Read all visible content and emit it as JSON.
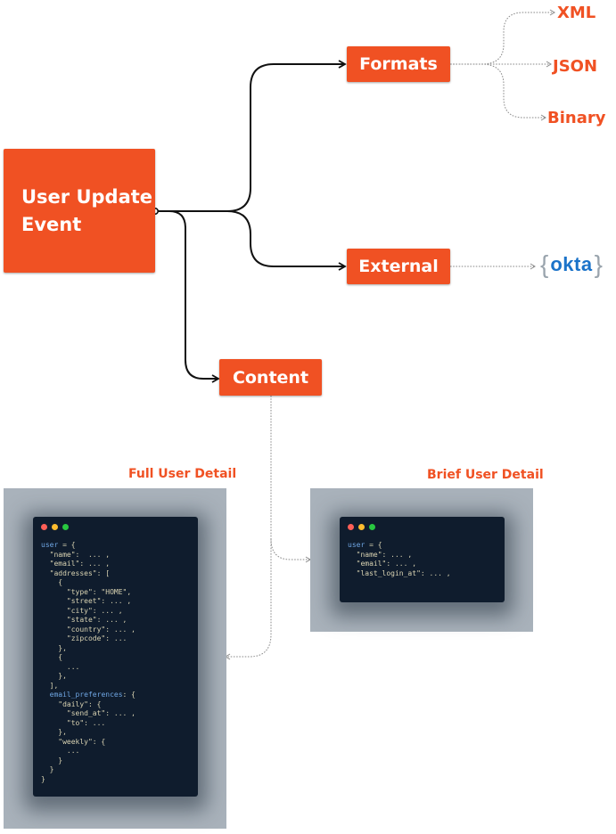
{
  "diagram": {
    "source_node": "User Update\nEvent",
    "nodes": {
      "formats": "Formats",
      "external": "External",
      "content": "Content"
    },
    "format_outputs": [
      "XML",
      "JSON",
      "Binary"
    ],
    "external_target": {
      "logo_text": "okta",
      "logo_brackets": [
        "{",
        "}"
      ]
    }
  },
  "panels": {
    "full": {
      "caption": "Full User Detail",
      "code_lines": [
        "user = {",
        "  \"name\":  ... ,",
        "  \"email\": ... ,",
        "  \"addresses\": [",
        "    {",
        "      \"type\": \"HOME\",",
        "      \"street\": ... ,",
        "      \"city\": ... ,",
        "      \"state\": ... ,",
        "      \"country\": ... ,",
        "      \"zipcode\": ...",
        "    },",
        "    {",
        "      ...",
        "    },",
        "  ],",
        "  email_preferences: {",
        "    \"daily\": {",
        "      \"send_at\": ... ,",
        "      \"to\": ...",
        "    },",
        "    \"weekly\": {",
        "      ...",
        "    }",
        "  }",
        "}"
      ]
    },
    "brief": {
      "caption": "Brief User Detail",
      "code_lines": [
        "user = {",
        "  \"name\": ... ,",
        "  \"email\": ... ,",
        "  \"last_login_at\": ... ,"
      ]
    }
  },
  "colors": {
    "accent": "#f05123",
    "panel_bg": "#a9b2bb",
    "code_bg": "#0f1c2d",
    "code_text": "#d9d3b2",
    "code_keyword": "#6fa6e3",
    "okta_blue": "#1b73c9",
    "dot_red": "#ff5f57",
    "dot_yellow": "#febc2e",
    "dot_green": "#28c840"
  }
}
